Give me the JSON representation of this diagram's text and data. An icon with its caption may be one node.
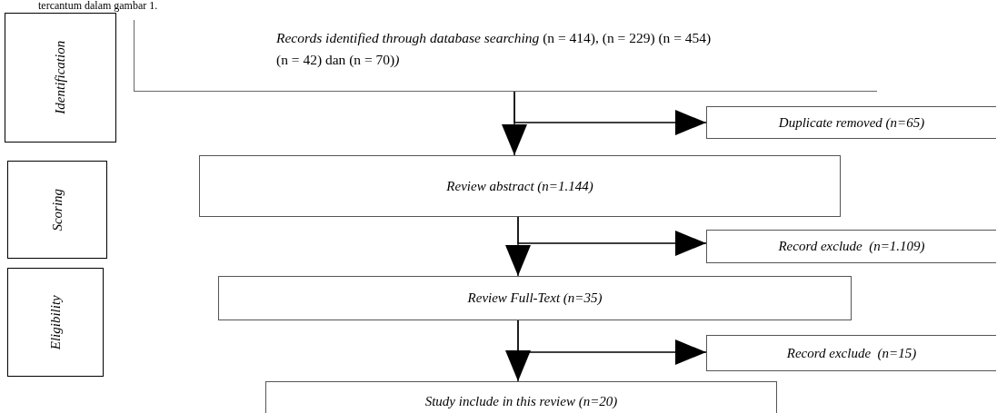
{
  "diagram": {
    "nodes": [
      {
        "text": [
          "Identification"
        ]
      },
      {
        "text": [
          "Scoring"
        ]
      },
      {
        "text": [
          "Eligibility"
        ]
      },
      {
        "text": [
          "*Records identified through database searching* (n = 414), (n = 229) (n = 454) (n = 42) dan (n = 70)*)*"
        ]
      },
      {
        "text": [
          "Duplicate removed (n=65)"
        ]
      },
      {
        "text": [
          "Review abstract (n=1.144)"
        ]
      },
      {
        "text": [
          "Record exclude  (n=1.109)"
        ]
      },
      {
        "text": [
          "Review Full-Text (n=35)"
        ]
      },
      {
        "text": [
          "Record exclude  (n=15)"
        ]
      },
      {
        "text": [
          "Study include in this review (n=20)"
        ]
      }
    ],
    "edges": [
      {
        "from": 3,
        "to": 5,
        "arrow": "to"
      },
      {
        "from": 3,
        "to": 4,
        "arrow": "to"
      },
      {
        "from": 5,
        "to": 7,
        "arrow": "to"
      },
      {
        "from": 5,
        "to": 6,
        "arrow": "to"
      },
      {
        "from": 7,
        "to": 9,
        "arrow": "to"
      },
      {
        "from": 7,
        "to": 8,
        "arrow": "to"
      }
    ],
    "labels": [
      "tercantum dalam gambar 1."
    ]
  }
}
